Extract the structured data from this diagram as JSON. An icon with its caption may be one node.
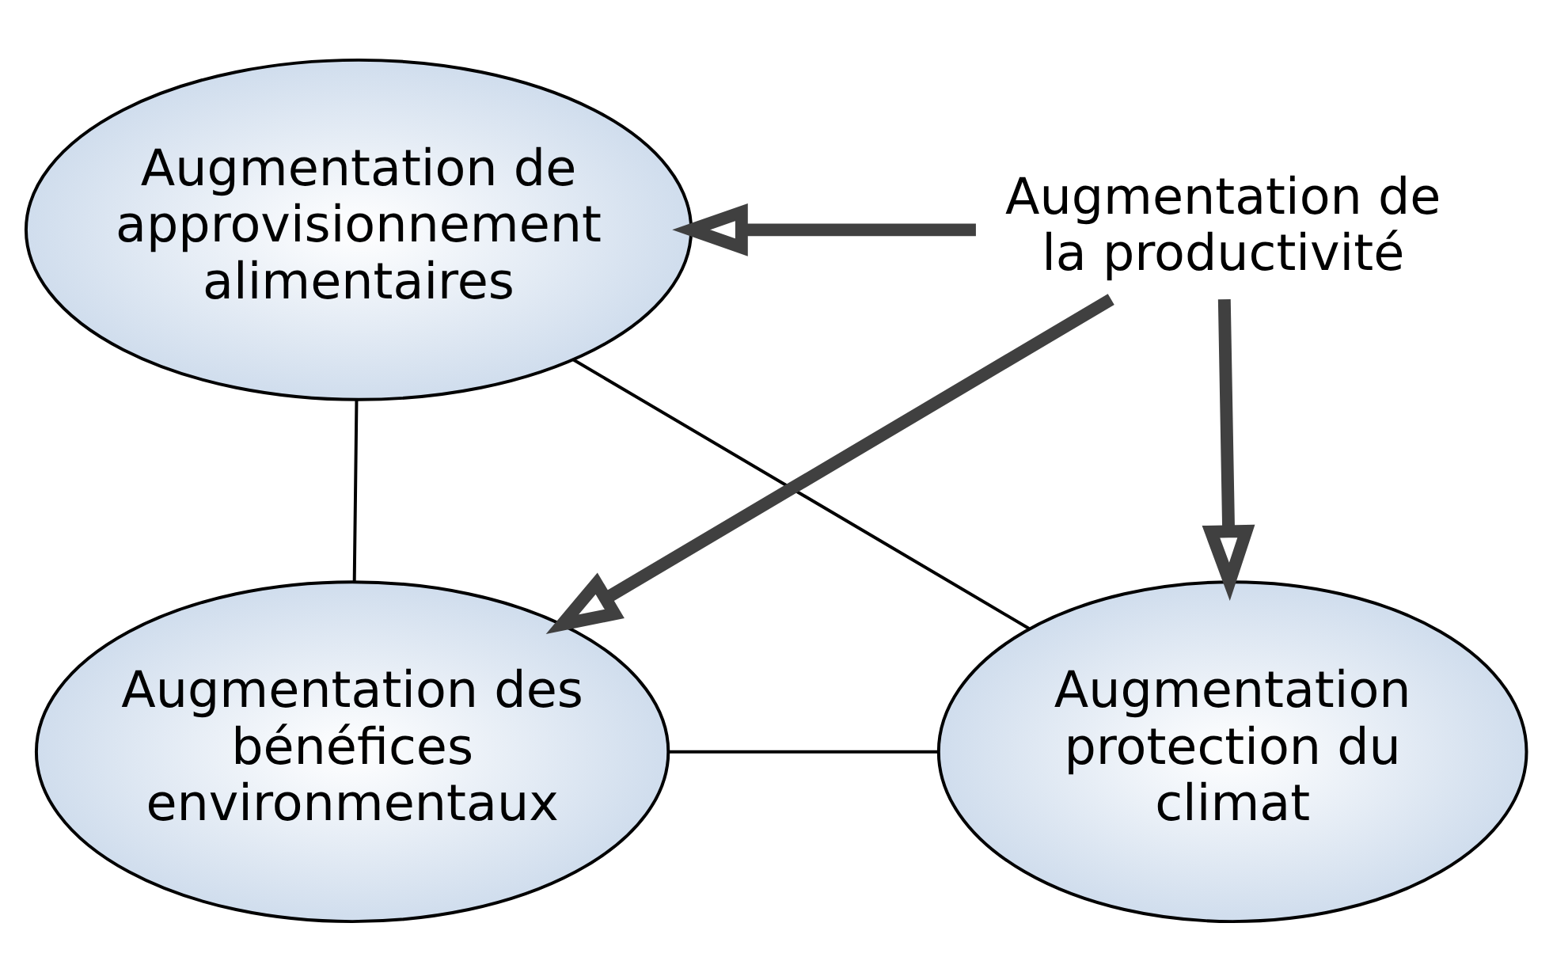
{
  "diagram": {
    "nodes": [
      {
        "text": [
          "Augmentation de approvisionnement alimentaires"
        ]
      },
      {
        "text": [
          "Augmentation des bénéfices environmentaux"
        ]
      },
      {
        "text": [
          "Augmentation protection du climat"
        ]
      },
      {
        "text": [
          "Augmentation de la productivité"
        ]
      }
    ],
    "edges": [
      {
        "from": 0,
        "to": 1,
        "arrow": "none"
      },
      {
        "from": 0,
        "to": 2,
        "arrow": "none"
      },
      {
        "from": 1,
        "to": 2,
        "arrow": "none"
      },
      {
        "from": 3,
        "to": 0,
        "arrow": "to",
        "style": "thick"
      },
      {
        "from": 3,
        "to": 1,
        "arrow": "to",
        "style": "thick"
      },
      {
        "from": 3,
        "to": 2,
        "arrow": "to",
        "style": "thick"
      }
    ]
  }
}
